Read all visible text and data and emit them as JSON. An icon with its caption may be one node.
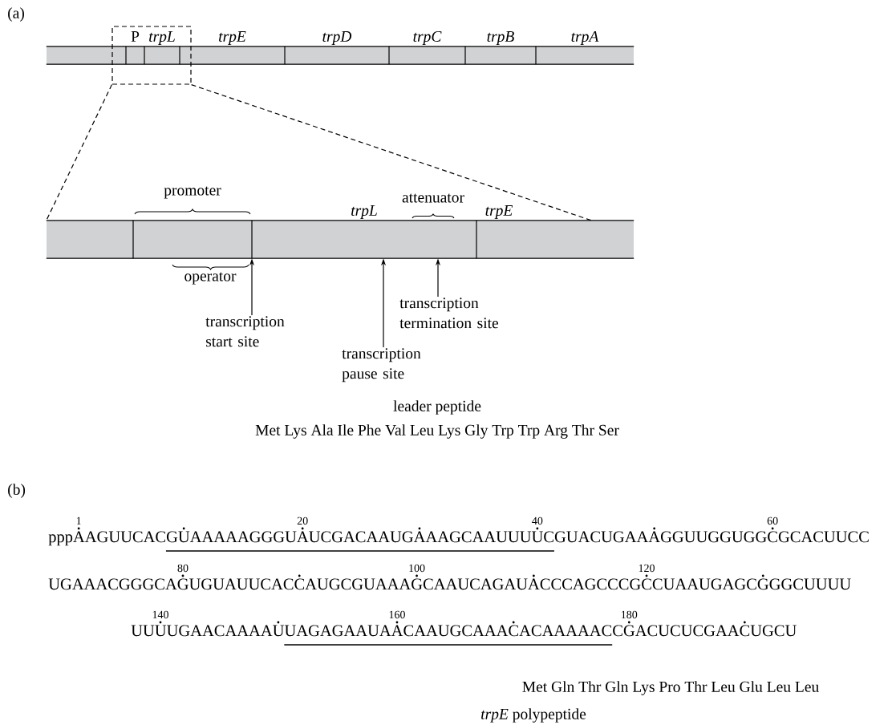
{
  "diagram": {
    "nodes": [
      {
        "text": [],
        "shape": "bar"
      },
      {
        "text": [],
        "shape": "box"
      },
      {
        "text": [
          "P"
        ],
        "in": 1
      },
      {
        "text": [
          "trpL"
        ],
        "in": 1
      },
      {
        "text": [
          "trpE"
        ]
      },
      {
        "text": [
          "trpD"
        ]
      },
      {
        "text": [
          "trpC"
        ]
      },
      {
        "text": [
          "trpB"
        ]
      },
      {
        "text": [
          "trpA"
        ]
      },
      {
        "text": [],
        "shape": "bar"
      },
      {
        "text": [],
        "shape": "bar"
      },
      {
        "text": [
          "trpL"
        ]
      },
      {
        "text": [
          "trpE"
        ]
      },
      {
        "text": [
          "transcription start site"
        ]
      },
      {
        "text": [
          "transcription pause site"
        ]
      },
      {
        "text": [
          "transcription termination site"
        ]
      }
    ],
    "edges": [
      {
        "from": 13,
        "to": 10,
        "arrow": "to"
      },
      {
        "from": 14,
        "to": 11,
        "arrow": "to"
      },
      {
        "from": 15,
        "to": 11,
        "arrow": "to"
      },
      {
        "from": 1,
        "to": 9,
        "arrow": "none",
        "style": "dashed"
      },
      {
        "from": 1,
        "to": 12,
        "arrow": "none",
        "style": "dashed"
      }
    ],
    "labels": [
      "(a)",
      "promoter",
      "attenuator",
      "operator",
      "leader peptide",
      "Met Lys Ala Ile Phe Val Leu Lys Gly Trp Trp Arg Thr Ser",
      "(b)",
      "1",
      "20",
      "40",
      "60",
      "pppAAGUUCACGUAAAAAGGGUAUCGACAAUGAAAGCAAUUUUCGUACUGAAAGGUUGGUGGCGCACUUCC",
      "80",
      "100",
      "120",
      "UGAAACGGGCAGUGUAUUCACCAUGCGUAAAGCAAUCAGAUACCCAGCCCGCCUAAUGAGCGGGCUUUU",
      "140",
      "160",
      "180",
      "UUUUGAACAAAAUUAGAGAAUAACAAUGCAAACACAAAAACCGACUCUCGAACUGCU",
      "Met Gln Thr Gln Lys Pro Thr Leu Glu Leu Leu",
      "*trpE* polypeptide"
    ]
  }
}
